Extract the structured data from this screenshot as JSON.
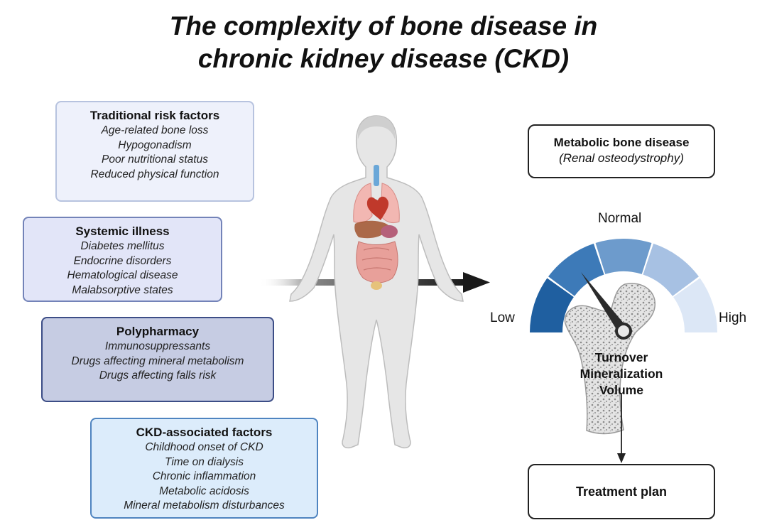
{
  "title_line1": "The complexity of bone disease in",
  "title_line2": "chronic kidney disease (CKD)",
  "risk_boxes": [
    {
      "title": "Traditional risk factors",
      "items": [
        "Age-related bone loss",
        "Hypogonadism",
        "Poor nutritional status",
        "Reduced physical function"
      ],
      "fill": "#eef1fb",
      "border": "#b7c3df"
    },
    {
      "title": "Systemic illness",
      "items": [
        "Diabetes mellitus",
        "Endocrine disorders",
        "Hematological disease",
        "Malabsorptive states"
      ],
      "fill": "#e2e5f8",
      "border": "#7383b8"
    },
    {
      "title": "Polypharmacy",
      "items": [
        "Immunosuppressants",
        "Drugs affecting mineral metabolism",
        "Drugs affecting falls risk"
      ],
      "fill": "#c6cce3",
      "border": "#3c4d86"
    },
    {
      "title": "CKD-associated factors",
      "items": [
        "Childhood onset of CKD",
        "Time on dialysis",
        "Chronic inflammation",
        "Metabolic acidosis",
        "Mineral metabolism disturbances"
      ],
      "fill": "#dcecfb",
      "border": "#4f84c0"
    }
  ],
  "metabolic": {
    "title": "Metabolic bone disease",
    "subtitle": "(Renal osteodystrophy)"
  },
  "gauge": {
    "normal_label": "Normal",
    "low_label": "Low",
    "high_label": "High",
    "segment_colors": [
      "#1f5fa0",
      "#3d7ab8",
      "#6d9bcc",
      "#a7c1e3",
      "#dce7f6"
    ]
  },
  "bone_labels": [
    "Turnover",
    "Mineralization",
    "Volume"
  ],
  "treatment": "Treatment plan",
  "icons": [
    "human-body-icon",
    "gauge-needle-icon",
    "femur-bone-icon",
    "arrow-right-icon",
    "arrow-down-icon"
  ]
}
